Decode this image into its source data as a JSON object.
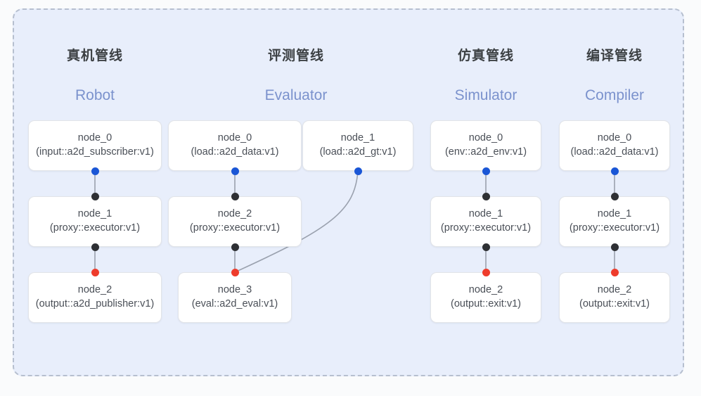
{
  "panel": {
    "background_color": "#e8eefb",
    "border_color": "#b6bfcf",
    "border_style": "dashed"
  },
  "colors": {
    "page_background": "#fafbfc",
    "title_cn": "#3c4043",
    "title_en": "#7b92cd",
    "node_text": "#4a4f57",
    "node_background": "#ffffff",
    "node_border": "#e2e4e8",
    "edge": "#9aa1ae",
    "dot_input": "#1a56d6",
    "dot_intermediate": "#2e3034",
    "dot_output": "#ee3c2c"
  },
  "columns": [
    {
      "id": "robot",
      "title_cn": "真机管线",
      "title_en": "Robot",
      "nodes": [
        {
          "name": "node_0",
          "spec": "(input::a2d_subscriber:v1)"
        },
        {
          "name": "node_1",
          "spec": "(proxy::executor:v1)"
        },
        {
          "name": "node_2",
          "spec": "(output::a2d_publisher:v1)"
        }
      ]
    },
    {
      "id": "evaluator",
      "title_cn": "评测管线",
      "title_en": "Evaluator",
      "nodes": [
        {
          "name": "node_0",
          "spec": "(load::a2d_data:v1)"
        },
        {
          "name": "node_1",
          "spec": "(load::a2d_gt:v1)"
        },
        {
          "name": "node_2",
          "spec": "(proxy::executor:v1)"
        },
        {
          "name": "node_3",
          "spec": "(eval::a2d_eval:v1)"
        }
      ]
    },
    {
      "id": "simulator",
      "title_cn": "仿真管线",
      "title_en": "Simulator",
      "nodes": [
        {
          "name": "node_0",
          "spec": "(env::a2d_env:v1)"
        },
        {
          "name": "node_1",
          "spec": "(proxy::executor:v1)"
        },
        {
          "name": "node_2",
          "spec": "(output::exit:v1)"
        }
      ]
    },
    {
      "id": "compiler",
      "title_cn": "编译管线",
      "title_en": "Compiler",
      "nodes": [
        {
          "name": "node_0",
          "spec": "(load::a2d_data:v1)"
        },
        {
          "name": "node_1",
          "spec": "(proxy::executor:v1)"
        },
        {
          "name": "node_2",
          "spec": "(output::exit:v1)"
        }
      ]
    }
  ]
}
